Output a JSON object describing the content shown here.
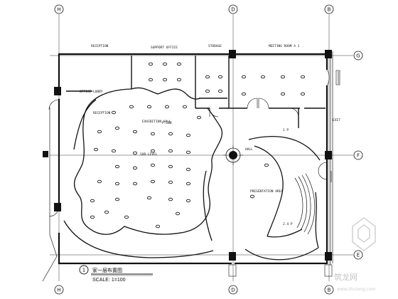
{
  "drawing": {
    "grid_top": {
      "h": "H",
      "d": "D",
      "b": "B"
    },
    "grid_bottom": {
      "h": "H",
      "d": "D",
      "b": "B"
    },
    "grid_right": {
      "g": "G",
      "f": "F",
      "e": "E"
    },
    "room_labels": [
      "RECEPTION",
      "SUPPORT OFFICE",
      "STORAGE",
      "MEETING ROOM A 1",
      "OFFICE LOBBY",
      "EXHIBITION HALL",
      "SUB-LEVEL",
      "RECEPTION",
      "PRESENTATION AREA",
      "EXIT",
      "1 P",
      "HALL",
      "P:100",
      "2.4 P"
    ],
    "title_number": "1",
    "title_text": "家一层布置图",
    "scale_text": "SCALE: 1=100"
  },
  "watermark": {
    "main": "筑龙网",
    "sub": "www.zhulong.com"
  }
}
